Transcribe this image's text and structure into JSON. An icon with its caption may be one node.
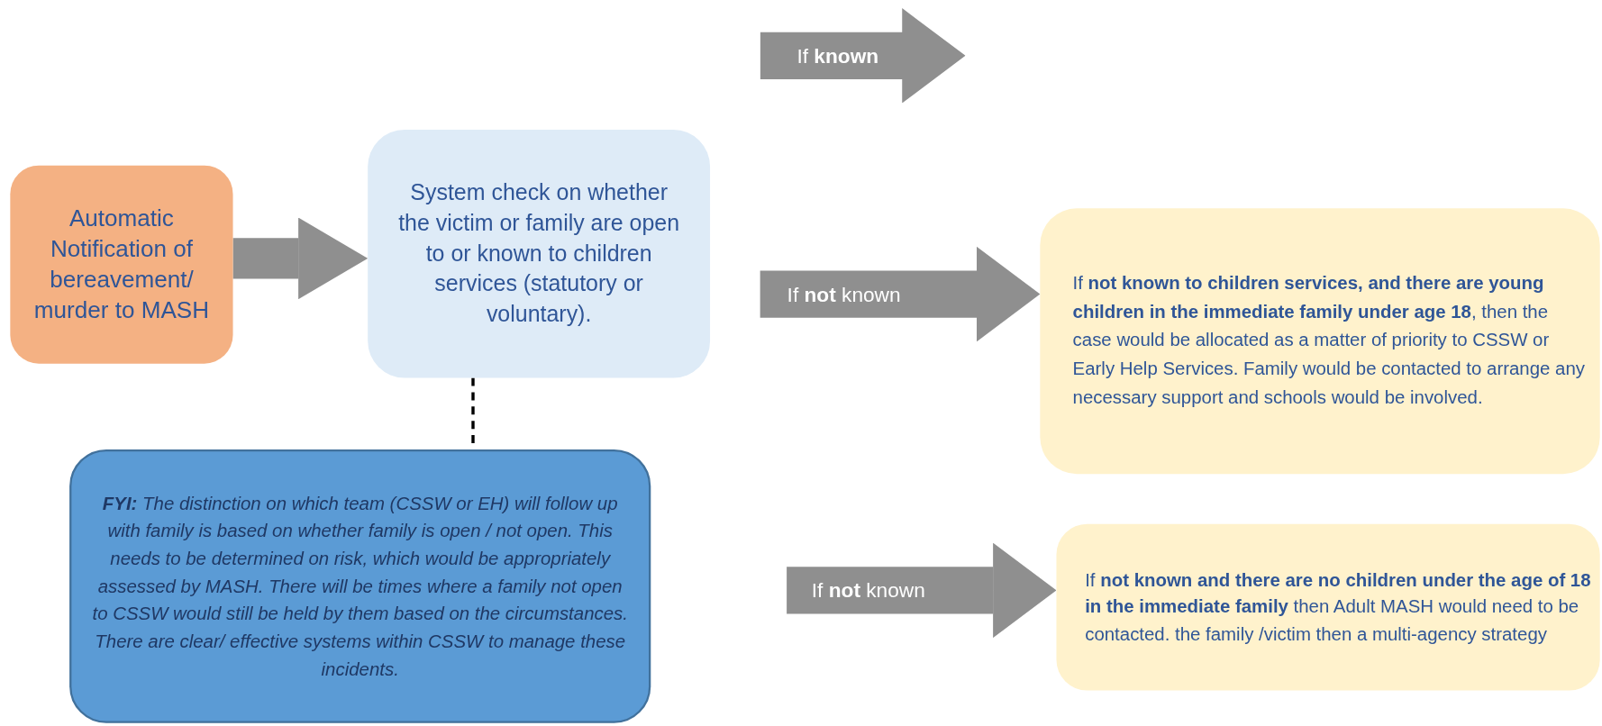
{
  "diagram": {
    "nodes": [
      {
        "text": [
          "Automatic Notification of bereavement/ murder to MASH"
        ]
      },
      {
        "text": [
          "System check on whether the victim or family are open to or known to children services (statutory or voluntary)."
        ]
      },
      {
        "text": [
          "If **not known to children services, and there are young children in the immediate family under age 18**, then the case would be allocated as a matter of priority to CSSW or Early Help Services. Family would be contacted to arrange any necessary support and schools would be involved."
        ]
      },
      {
        "text": [
          "If **not known and there are no children under the age of 18 in the immediate family** then Adult MASH would need to be contacted. the family /victim then a multi-agency strategy"
        ]
      },
      {
        "text": [
          "**FYI:** The distinction on which team (CSSW or EH) will follow up with family is based on whether family is open / not open. This needs to be determined on risk, which would be appropriately assessed by MASH. There will be times where a family not open to CSSW would still be held by them based on the circumstances. There are clear/ effective systems within CSSW to manage these incidents."
        ]
      },
      {
        "text": [
          "If **known**"
        ]
      }
    ],
    "edges": [
      {
        "from": 0,
        "to": 1,
        "arrow": "to"
      },
      {
        "from": null,
        "to": 2,
        "arrow": "to",
        "label": "If **not** known"
      },
      {
        "from": null,
        "to": 3,
        "arrow": "to",
        "label": "If **not** known"
      },
      {
        "from": 1,
        "to": 4,
        "arrow": "none",
        "style": "dashed",
        "color": "#000000"
      }
    ]
  }
}
